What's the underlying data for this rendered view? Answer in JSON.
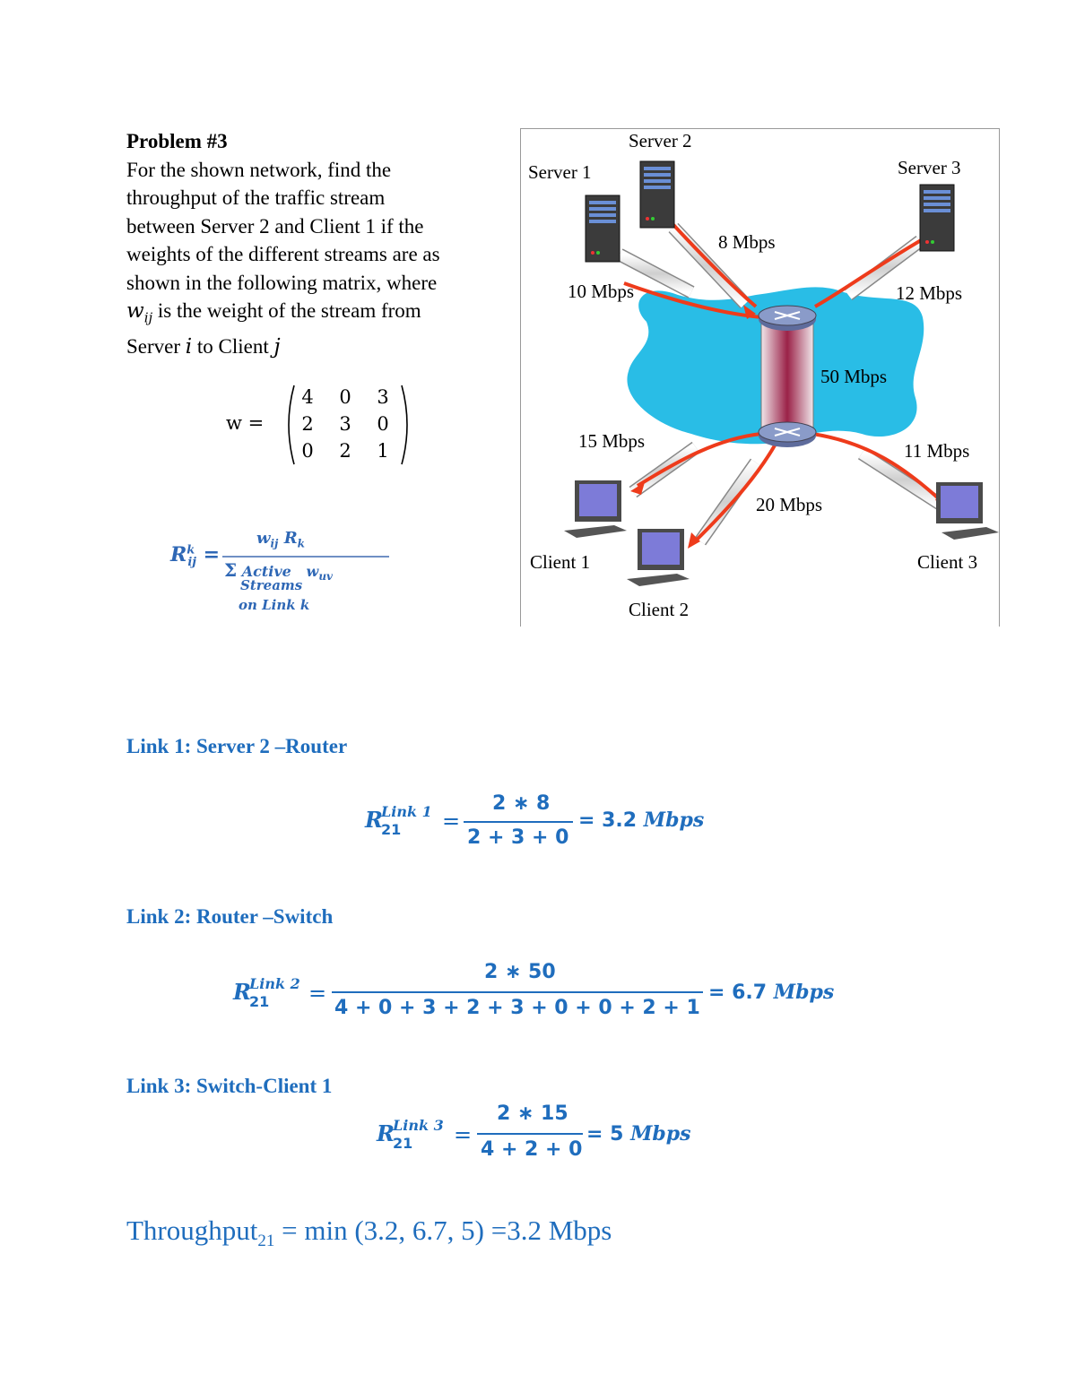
{
  "problem": {
    "title": "Problem #3",
    "line1": "For the shown network, find the",
    "line2": "throughput of the traffic stream",
    "line3": "between Server 2 and Client 1 if the",
    "line4": "weights of the different streams are as",
    "line5": "shown in the following matrix, where",
    "w_symbol": "w",
    "w_subscript": "ij",
    "line6_rest": " is the weight of the stream from",
    "line7_a": "Server ",
    "line7_i": "i",
    "line7_b": " to Client ",
    "line7_j": "j"
  },
  "matrix": {
    "lhs": "w =",
    "rows": [
      [
        "4",
        "0",
        "3"
      ],
      [
        "2",
        "3",
        "0"
      ],
      [
        "0",
        "2",
        "1"
      ]
    ]
  },
  "general_formula": {
    "lhs": "R",
    "lhs_sup": "k",
    "lhs_sub": "ij",
    "equals": "=",
    "numerator": "w",
    "numerator_sub": "ij",
    "numerator_r": "R",
    "numerator_r_sub": "k",
    "den_sigma": "Σ",
    "den_active": "Active",
    "den_w": "w",
    "den_w_sub": "uv",
    "den_streams": "Streams",
    "den_on_link": "on Link k"
  },
  "diagram": {
    "nodes": {
      "server1": "Server 1",
      "server2": "Server 2",
      "server3": "Server 3",
      "client1": "Client 1",
      "client2": "Client 2",
      "client3": "Client 3"
    },
    "links": {
      "server1": "10 Mbps",
      "server2": "8 Mbps",
      "server3": "12 Mbps",
      "core": "50 Mbps",
      "client1": "15 Mbps",
      "client2": "20 Mbps",
      "client3": "11 Mbps"
    },
    "colors": {
      "cloud": "#29bde6",
      "stream": "#ee3b1b",
      "router": "#8a9bc9"
    }
  },
  "links": [
    {
      "heading": "Link 1: Server 2 –Router",
      "R": "R",
      "sup": "Link 1",
      "sub": "21",
      "numerator": "2 ∗ 8",
      "denominator": "2 + 3 + 0",
      "result_value": "= 3.2 ",
      "result_unit": "Mbps"
    },
    {
      "heading": "Link 2: Router –Switch",
      "R": "R",
      "sup": "Link 2",
      "sub": "21",
      "numerator": "2 ∗ 50",
      "denominator": "4 + 0 + 3 + 2 + 3 + 0 + 0 + 2 + 1",
      "result_value": "= 6.7 ",
      "result_unit": "Mbps"
    },
    {
      "heading": "Link 3: Switch-Client 1",
      "R": "R",
      "sup": "Link 3",
      "sub": "21",
      "numerator": "2 ∗ 15",
      "denominator": "4 + 2 + 0",
      "result_value": "= 5 ",
      "result_unit": "Mbps"
    }
  ],
  "throughput": {
    "label": "Throughput",
    "sub": "21",
    "rest": " = min (3.2, 6.7, 5) =3.2 Mbps"
  }
}
